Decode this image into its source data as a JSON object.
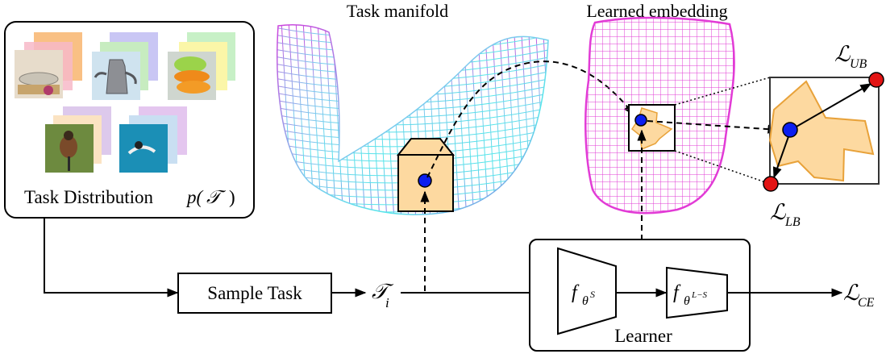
{
  "labels": {
    "task_manifold": "Task manifold",
    "learned_embedding": "Learned embedding",
    "task_distribution": "Task Distribution",
    "sample_task": "Sample Task",
    "learner": "Learner"
  },
  "math": {
    "p": "p(",
    "T_script": "𝒯",
    "close_paren": ")",
    "T": "𝒯",
    "i": "i",
    "f": "f",
    "theta": "θ",
    "S": "S",
    "L_minus_S": "L−S",
    "L": "ℒ",
    "UB": "UB",
    "LB": "LB",
    "CE": "CE"
  },
  "colors": {
    "manifold_magenta": "#cc44dd",
    "manifold_cyan": "#55e6ea",
    "embedding": "#e23bd6",
    "region_fill": "#fdd9a0",
    "region_stroke": "#e8a23a",
    "point_blue": "#0b1ef0",
    "point_red": "#e31414"
  },
  "icons": {
    "card_stacks": [
      "kitchen-items-card",
      "teapot-card",
      "orange-slices-card",
      "bird-card",
      "diver-card"
    ]
  }
}
